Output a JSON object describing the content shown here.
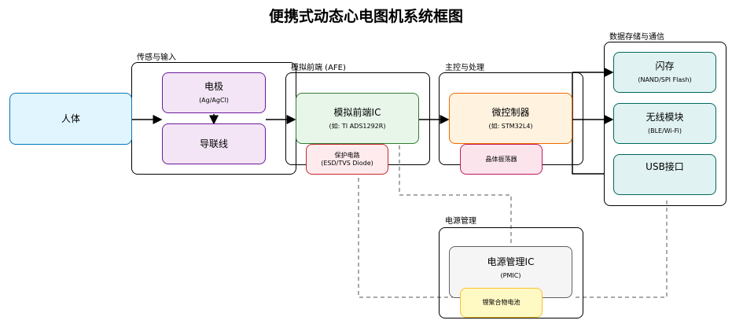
{
  "title": "便携式动态心电图机系统框图",
  "groups": {
    "sensing": "传感与输入",
    "afe": "模拟前端 (AFE)",
    "mcu": "主控与处理",
    "storage": "数据存储与通信",
    "power": "电源管理"
  },
  "nodes": {
    "body": {
      "title": "人体"
    },
    "electrode": {
      "title": "电极",
      "sub": "(Ag/AgCl)"
    },
    "leadwire": {
      "title": "导联线"
    },
    "afe_ic": {
      "title": "模拟前端IC",
      "sub": "(如: TI ADS1292R)"
    },
    "protection": {
      "title": "保护电路",
      "sub": "(ESD/TVS Diode)"
    },
    "mcu": {
      "title": "微控制器",
      "sub": "(如: STM32L4)"
    },
    "crystal": {
      "title": "晶体振荡器"
    },
    "flash": {
      "title": "闪存",
      "sub": "(NAND/SPI Flash)"
    },
    "wireless": {
      "title": "无线模块",
      "sub": "(BLE/Wi-Fi)"
    },
    "usb": {
      "title": "USB接口"
    },
    "pmic": {
      "title": "电源管理IC",
      "sub": "(PMIC)"
    },
    "battery": {
      "title": "锂聚合物电池"
    }
  },
  "colors": {
    "body": "#e1f5fe",
    "sensing": "#f3e5f5",
    "afe": "#e8f5e9",
    "mcu": "#fff3e0",
    "crystal": "#fce4ec",
    "protection": "#ffebee",
    "storage": "#e0f2f1",
    "pmic": "#f5f5f5",
    "battery": "#fff9c4"
  }
}
